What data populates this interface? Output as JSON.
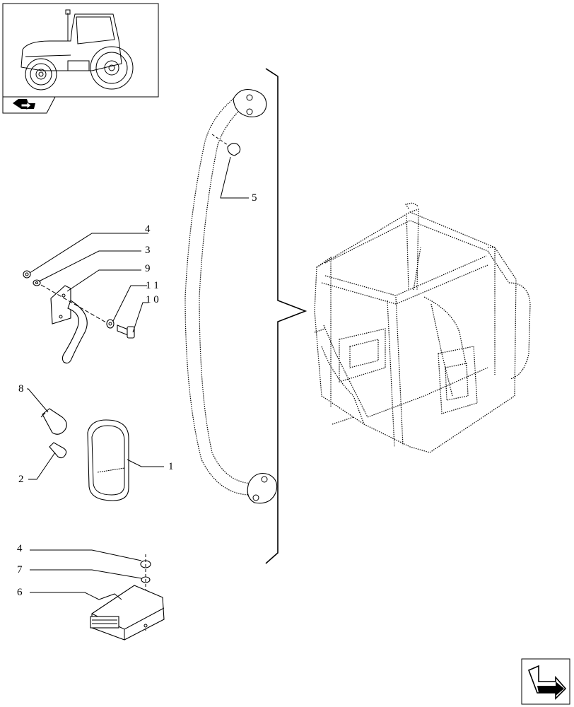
{
  "thumbnail": {
    "name": "tractor-thumbnail"
  },
  "nav": {
    "prev_icon": "back-arrow-icon",
    "next_icon": "next-arrow-icon"
  },
  "callouts": [
    {
      "id": "c5",
      "label": "5"
    },
    {
      "id": "c4a",
      "label": "4"
    },
    {
      "id": "c3",
      "label": "3"
    },
    {
      "id": "c9",
      "label": "9"
    },
    {
      "id": "c11",
      "label": "1 1"
    },
    {
      "id": "c10",
      "label": "1 0"
    },
    {
      "id": "c8",
      "label": "8"
    },
    {
      "id": "c2",
      "label": "2"
    },
    {
      "id": "c1",
      "label": "1"
    },
    {
      "id": "c4b",
      "label": "4"
    },
    {
      "id": "c7",
      "label": "7"
    },
    {
      "id": "c6",
      "label": "6"
    }
  ]
}
